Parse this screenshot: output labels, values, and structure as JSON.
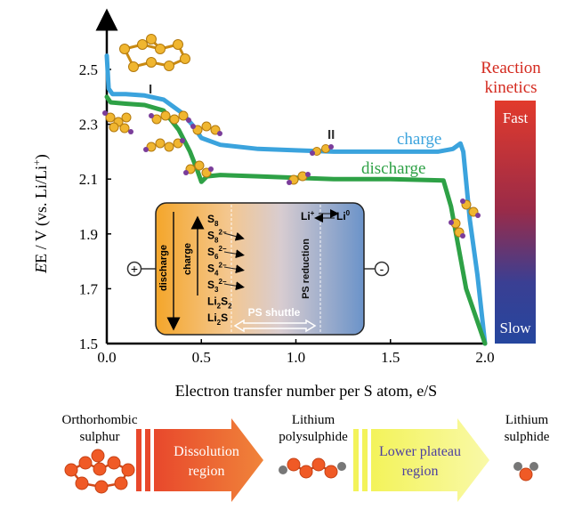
{
  "chart_data": {
    "type": "line",
    "xlabel": "Electron transfer number per S atom, e/S",
    "ylabel_main": "E / V (vs. Li/Li",
    "ylabel_sup": "+",
    "ylabel_end": ")",
    "xlim": [
      0.0,
      2.0
    ],
    "ylim": [
      1.5,
      2.6
    ],
    "x_ticks": [
      "0.0",
      "0.5",
      "1.0",
      "1.5",
      "2.0"
    ],
    "x_tick_values": [
      0.0,
      0.5,
      1.0,
      1.5,
      2.0
    ],
    "y_ticks": [
      "1.5",
      "1.7",
      "1.9",
      "2.1",
      "2.3",
      "2.5"
    ],
    "y_tick_values": [
      1.5,
      1.7,
      1.9,
      2.1,
      2.3,
      2.5
    ],
    "series": [
      {
        "name": "charge",
        "color": "#3ba3dd",
        "points": [
          [
            0.0,
            2.55
          ],
          [
            0.01,
            2.43
          ],
          [
            0.03,
            2.41
          ],
          [
            0.1,
            2.41
          ],
          [
            0.2,
            2.405
          ],
          [
            0.3,
            2.39
          ],
          [
            0.4,
            2.34
          ],
          [
            0.45,
            2.3
          ],
          [
            0.5,
            2.25
          ],
          [
            0.6,
            2.225
          ],
          [
            0.8,
            2.21
          ],
          [
            1.0,
            2.205
          ],
          [
            1.2,
            2.2
          ],
          [
            1.5,
            2.2
          ],
          [
            1.75,
            2.2
          ],
          [
            1.83,
            2.21
          ],
          [
            1.87,
            2.23
          ],
          [
            1.885,
            2.2
          ],
          [
            1.92,
            1.95
          ],
          [
            1.96,
            1.75
          ],
          [
            2.0,
            1.5
          ]
        ]
      },
      {
        "name": "discharge",
        "color": "#2ea146",
        "points": [
          [
            0.0,
            2.4
          ],
          [
            0.02,
            2.38
          ],
          [
            0.1,
            2.375
          ],
          [
            0.2,
            2.37
          ],
          [
            0.3,
            2.35
          ],
          [
            0.38,
            2.28
          ],
          [
            0.44,
            2.2
          ],
          [
            0.48,
            2.13
          ],
          [
            0.5,
            2.09
          ],
          [
            0.53,
            2.11
          ],
          [
            0.6,
            2.115
          ],
          [
            0.8,
            2.11
          ],
          [
            1.0,
            2.105
          ],
          [
            1.2,
            2.1
          ],
          [
            1.5,
            2.1
          ],
          [
            1.78,
            2.095
          ],
          [
            1.82,
            2.0
          ],
          [
            1.86,
            1.85
          ],
          [
            1.9,
            1.7
          ],
          [
            1.95,
            1.6
          ],
          [
            2.0,
            1.5
          ]
        ]
      }
    ],
    "annotations": {
      "plateau_one": "I",
      "plateau_two": "II",
      "charge_label": "charge",
      "discharge_label": "discharge"
    }
  },
  "kinetics": {
    "title_line1": "Reaction",
    "title_line2": "kinetics",
    "top_label": "Fast",
    "bottom_label": "Slow",
    "title_color": "#d42a1f"
  },
  "cell": {
    "species": [
      {
        "base": "S",
        "sub": "8",
        "sup": ""
      },
      {
        "base": "S",
        "sub": "8",
        "sup": "2−"
      },
      {
        "base": "S",
        "sub": "6",
        "sup": "2−"
      },
      {
        "base": "S",
        "sub": "4",
        "sup": "2−"
      },
      {
        "base": "S",
        "sub": "3",
        "sup": "2−"
      },
      {
        "base": "Li",
        "sub": "2",
        "sup": "",
        "base2": "S",
        "sub2": "2"
      },
      {
        "base": "Li",
        "sub": "2",
        "sup": "",
        "base2": "S",
        "sub2": ""
      }
    ],
    "discharge_label": "discharge",
    "charge_label": "charge",
    "shuttle_label": "PS shuttle",
    "reduction_label": "PS reduction",
    "li_ion": "Li",
    "li_ion_sup": "+",
    "li_metal": "Li",
    "li_metal_sup": "0",
    "plus_sign": "+",
    "minus_sign": "-"
  },
  "stages": {
    "stage1_line1": "Orthorhombic",
    "stage1_line2": "sulphur",
    "arrow1_line1": "Dissolution",
    "arrow1_line2": "region",
    "stage2_line1": "Lithium",
    "stage2_line2": "polysulphide",
    "arrow2_line1": "Lower plateau",
    "arrow2_line2": "region",
    "stage3_line1": "Lithium",
    "stage3_line2": "sulphide"
  }
}
